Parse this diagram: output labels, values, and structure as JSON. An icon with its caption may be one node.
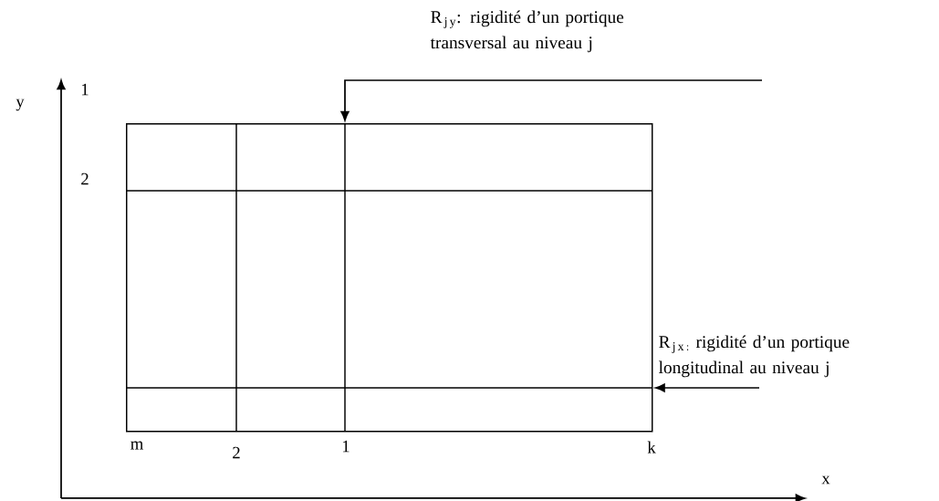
{
  "diagram": {
    "nodes": [
      {
        "text": [],
        "shape": "box"
      },
      {
        "text": [
          "\\mathrm{R}_{\\,\\mathrm{j\\,y}}",
          ": rigidité d’un portique transversal au niveau j"
        ]
      },
      {
        "text": [
          "\\mathrm{R}_{\\,\\mathrm{j\\,x\\,:}}",
          " rigidité d’un portique longitudinal au niveau j"
        ]
      }
    ],
    "edges": [
      {
        "from": null,
        "to": 0,
        "arrow": "to"
      },
      {
        "from": 2,
        "to": 0,
        "arrow": "to"
      }
    ],
    "labels": [
      "y",
      "1",
      "2",
      "m",
      "2",
      "1",
      "k",
      "x"
    ]
  }
}
